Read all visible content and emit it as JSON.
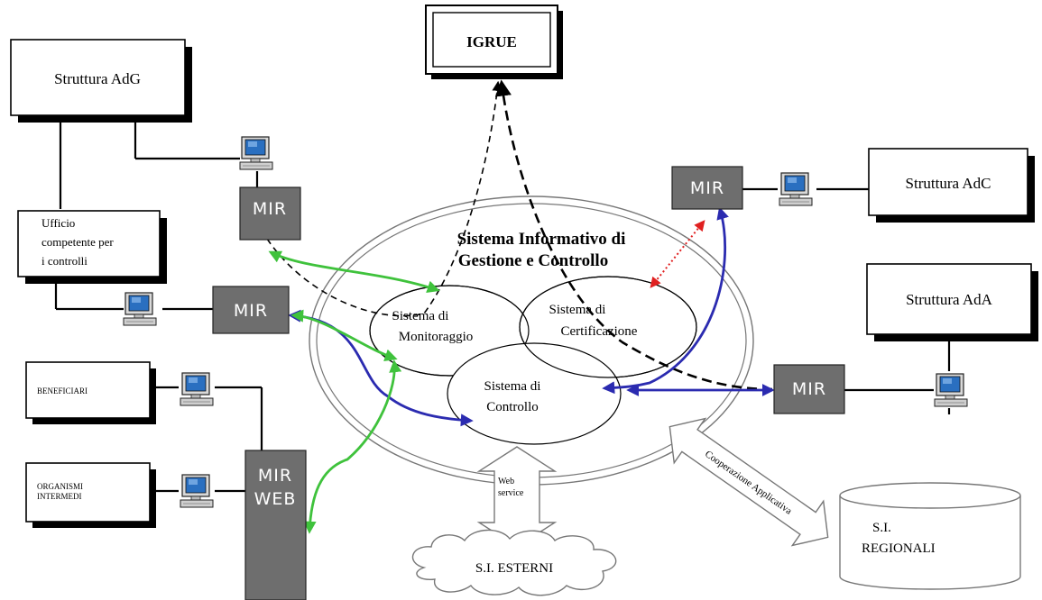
{
  "boxes": {
    "igrue": "IGRUE",
    "struttura_adg": "Struttura AdG",
    "struttura_adc": "Struttura AdC",
    "struttura_ada": "Struttura AdA",
    "ufficio_line1": "Ufficio",
    "ufficio_line2": "competente per",
    "ufficio_line3": "i controlli",
    "beneficiari": "BENEFICIARI",
    "organismi_line1": "ORGANISMI",
    "organismi_line2": "INTERMEDI"
  },
  "mir": {
    "label": "MIR",
    "web_line1": "MIR",
    "web_line2": "WEB"
  },
  "center": {
    "title_line1": "Sistema Informativo di",
    "title_line2": "Gestione e Controllo",
    "monitoraggio_line1": "Sistema di",
    "monitoraggio_line2": "Monitoraggio",
    "certificazione_line1": "Sistema di",
    "certificazione_line2": "Certificazione",
    "controllo_line1": "Sistema di",
    "controllo_line2": "Controllo"
  },
  "bottom": {
    "web_service_line1": "Web",
    "web_service_line2": "service",
    "esterni": "S.I. ESTERNI",
    "cooperazione": "Cooperazione Applicativa",
    "regionali_line1": "S.I.",
    "regionali_line2": "REGIONALI"
  },
  "colors": {
    "mir_fill": "#6e6e6e",
    "green_arrow": "#3fc23c",
    "blue_arrow": "#2b2bb0",
    "red_arrow": "#e02020",
    "monitor_screen": "#2a6fc0"
  }
}
